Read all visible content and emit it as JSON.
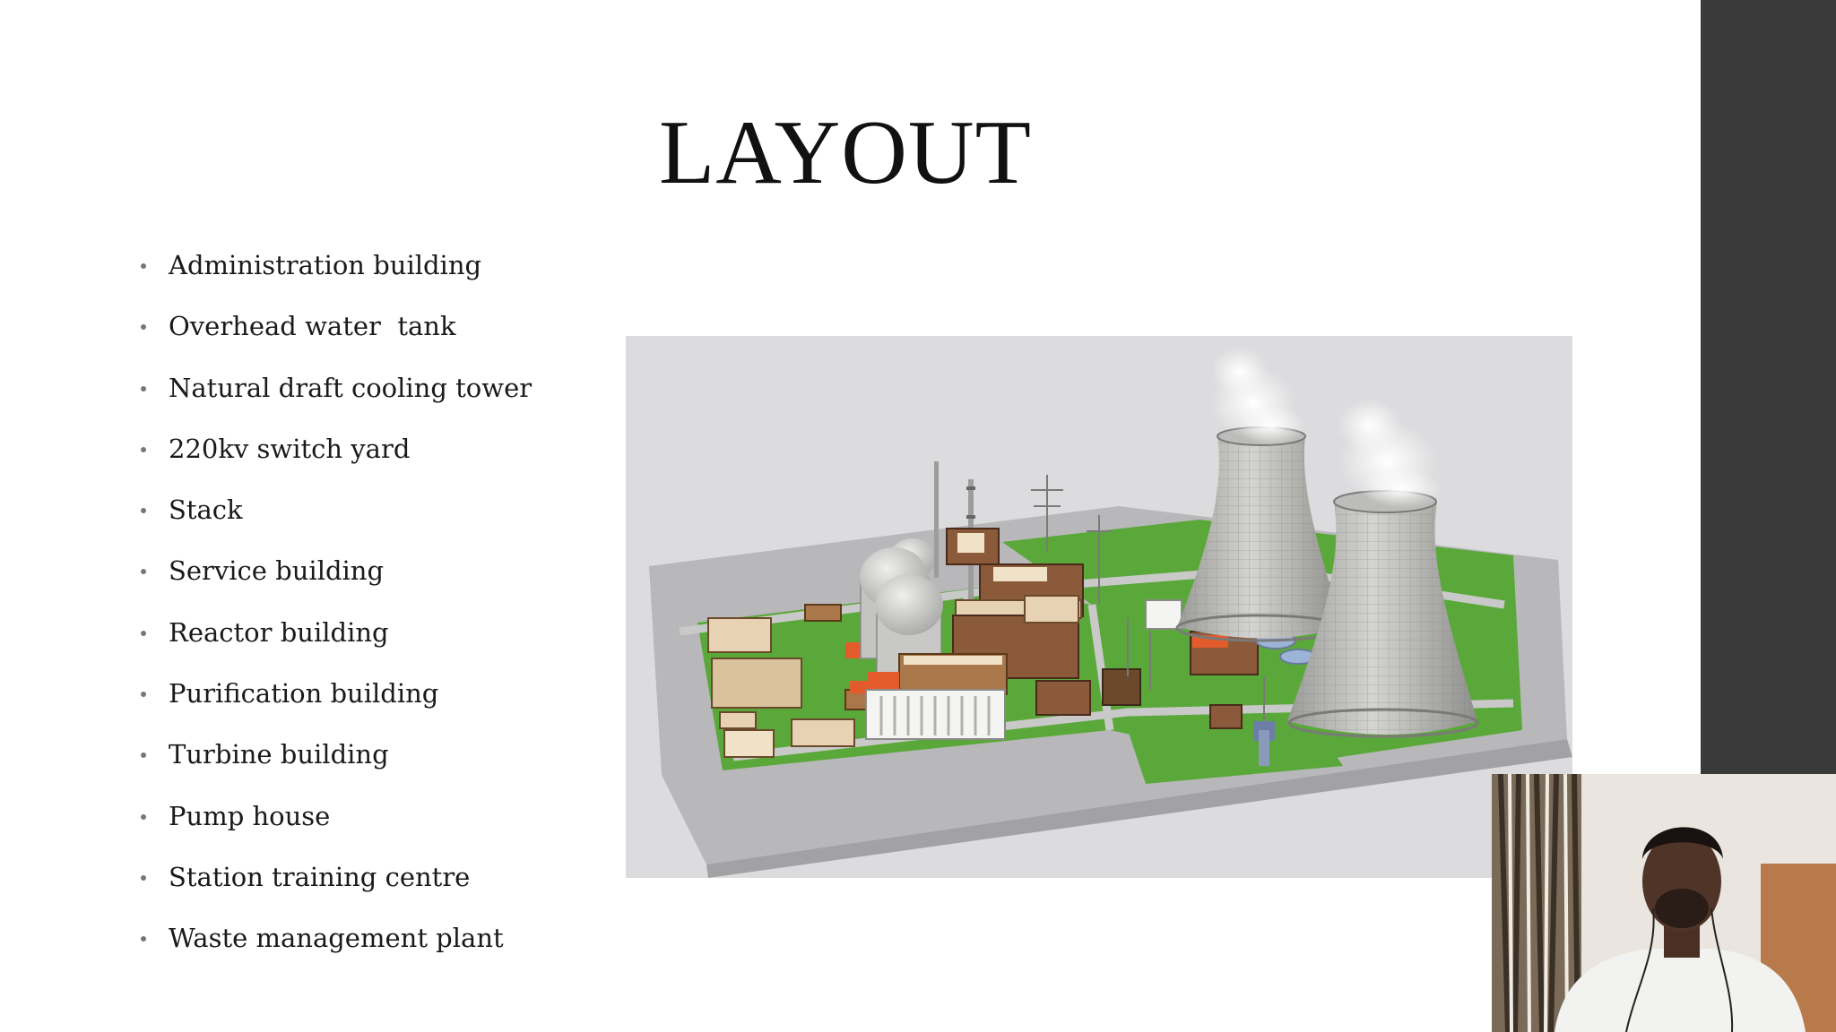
{
  "slide": {
    "title": "LAYOUT",
    "bullets": [
      "Administration building",
      "Overhead water  tank",
      "Natural draft cooling tower",
      "220kv switch yard",
      "Stack",
      "Service building",
      "Reactor building",
      "Purification building",
      "Turbine building",
      "Pump house",
      "Station training centre",
      "Waste management plant"
    ]
  },
  "colors": {
    "side_bar": "#3a3a3a",
    "grass": "#5aa83a",
    "building": "#8a5a3a"
  }
}
